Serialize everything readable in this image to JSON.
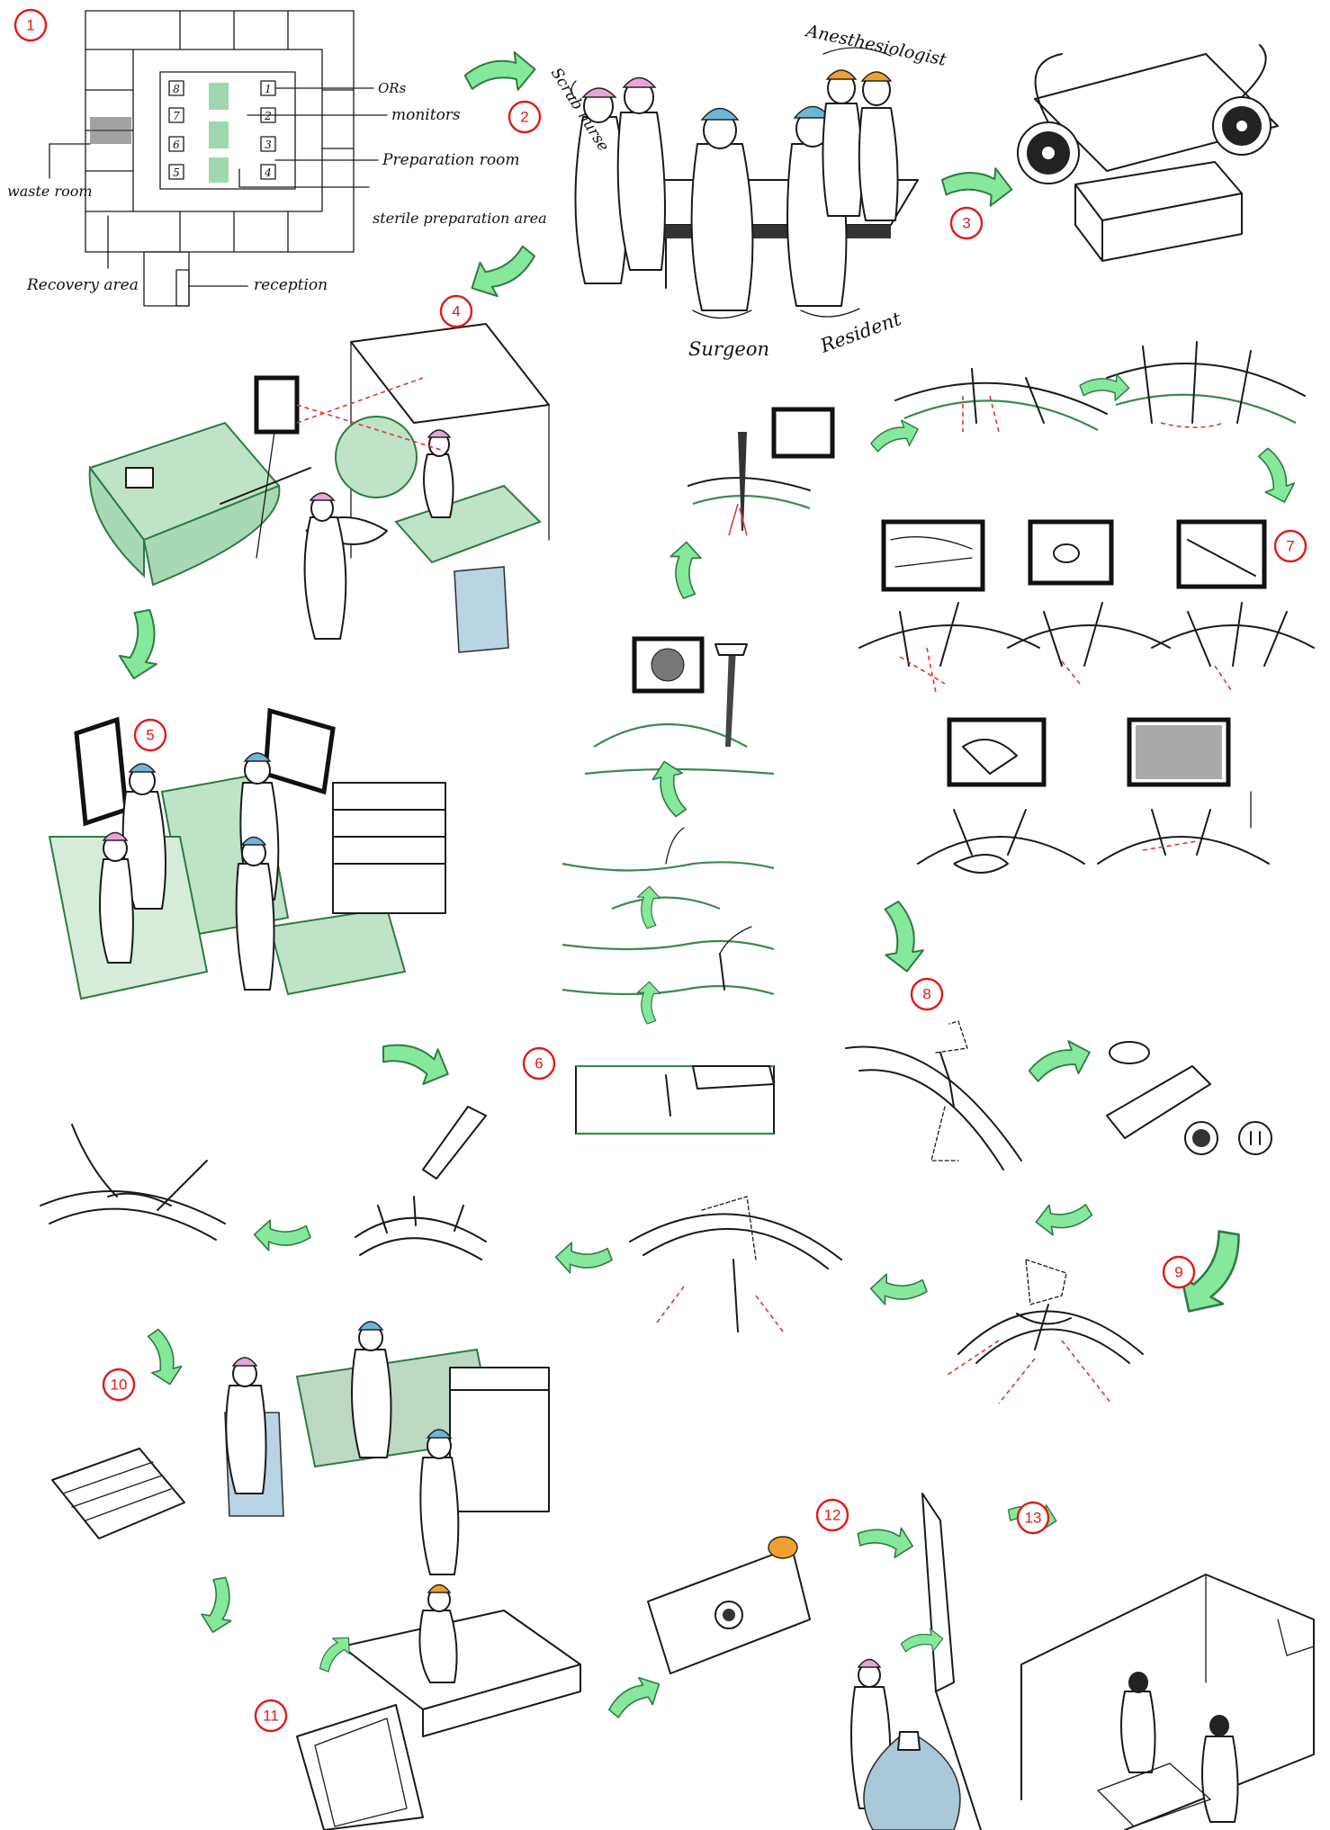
{
  "floorplan": {
    "room_numbers": [
      "8",
      "7",
      "6",
      "5",
      "1",
      "2",
      "3",
      "4"
    ],
    "labels": {
      "ors": "ORs",
      "monitors": "monitors",
      "preparation_room": "Preparation room",
      "sterile_area": "sterile preparation area",
      "waste_room": "waste room",
      "recovery_area": "Recovery area",
      "reception": "reception"
    }
  },
  "team_labels": {
    "scrub_nurse": "Scrub nurse",
    "anesthesiologist": "Anesthesiologist",
    "surgeon": "Surgeon",
    "resident": "Resident"
  },
  "steps": [
    "1",
    "2",
    "3",
    "4",
    "5",
    "6",
    "7",
    "8",
    "9",
    "10",
    "11",
    "12",
    "13"
  ],
  "colors": {
    "step_number": "#e01b1b",
    "arrow_fill": "#86e89a",
    "drape_green": "#bfe3c6",
    "cap_pink": "#e6a6d8",
    "cap_blue": "#6fb6d6",
    "cap_orange": "#f0a030",
    "incision_red": "#e03232"
  },
  "icons": {
    "step_marker": "red-circle",
    "flow_arrow": "green-curved-arrow"
  }
}
